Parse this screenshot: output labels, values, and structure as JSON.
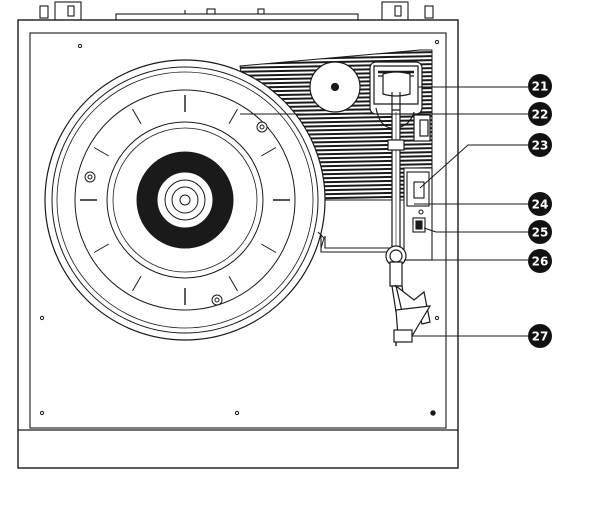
{
  "callouts": [
    {
      "number": "21"
    },
    {
      "number": "22"
    },
    {
      "number": "23"
    },
    {
      "number": "24"
    },
    {
      "number": "25"
    },
    {
      "number": "26"
    },
    {
      "number": "27"
    }
  ],
  "colors": {
    "line": "#1a1a1a",
    "fill": "#ffffff",
    "callout_bg": "#111111",
    "callout_text": "#ffffff"
  }
}
